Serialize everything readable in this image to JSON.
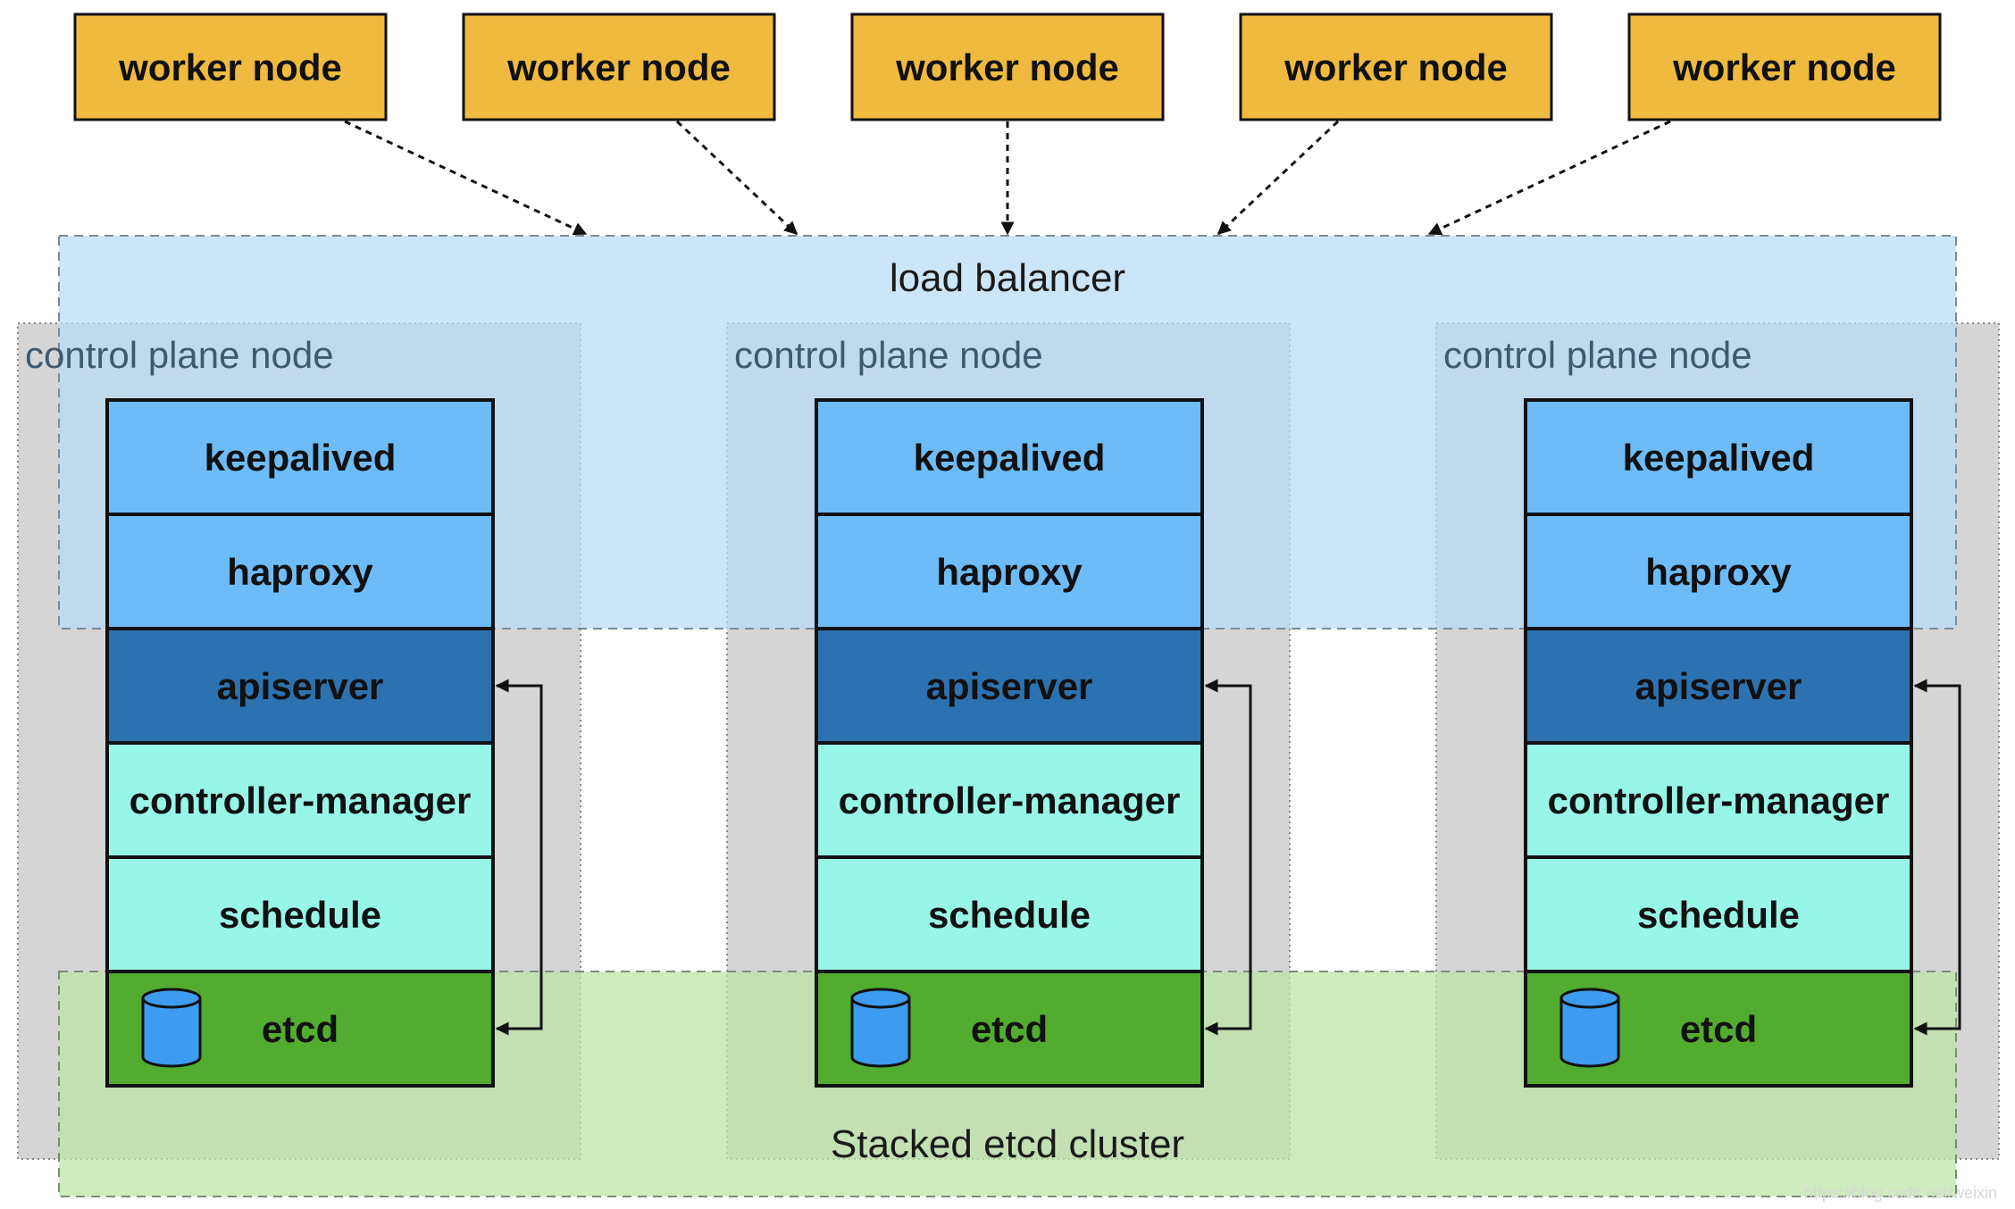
{
  "colors": {
    "worker_fill": "#F0BA3F",
    "lb_fill": "#B8DDF6",
    "etcd_region_fill": "#BDE5A5",
    "cp_fill": "#D5D5D5",
    "keepalived": "#6DBBF7",
    "haproxy": "#6DBBF7",
    "apiserver": "#2D72B0",
    "controller_manager": "#98F6E7",
    "schedule": "#98F6E7",
    "etcd": "#52AC30",
    "cylinder": "#3D9BF0"
  },
  "worker_nodes": [
    {
      "label": "worker node"
    },
    {
      "label": "worker node"
    },
    {
      "label": "worker node"
    },
    {
      "label": "worker node"
    },
    {
      "label": "worker node"
    }
  ],
  "load_balancer": {
    "label": "load balancer"
  },
  "etcd_cluster": {
    "label": "Stacked etcd cluster"
  },
  "control_planes": [
    {
      "label": "control plane node",
      "components": [
        {
          "label": "keepalived"
        },
        {
          "label": "haproxy"
        },
        {
          "label": "apiserver"
        },
        {
          "label": "controller-manager"
        },
        {
          "label": "schedule"
        },
        {
          "label": "etcd",
          "icon": "database-icon"
        }
      ]
    },
    {
      "label": "control plane node",
      "components": [
        {
          "label": "keepalived"
        },
        {
          "label": "haproxy"
        },
        {
          "label": "apiserver"
        },
        {
          "label": "controller-manager"
        },
        {
          "label": "schedule"
        },
        {
          "label": "etcd",
          "icon": "database-icon"
        }
      ]
    },
    {
      "label": "control plane node",
      "components": [
        {
          "label": "keepalived"
        },
        {
          "label": "haproxy"
        },
        {
          "label": "apiserver"
        },
        {
          "label": "controller-manager"
        },
        {
          "label": "schedule"
        },
        {
          "label": "etcd",
          "icon": "database-icon"
        }
      ]
    }
  ],
  "watermark": "https://blog.csdn.net/weixin"
}
